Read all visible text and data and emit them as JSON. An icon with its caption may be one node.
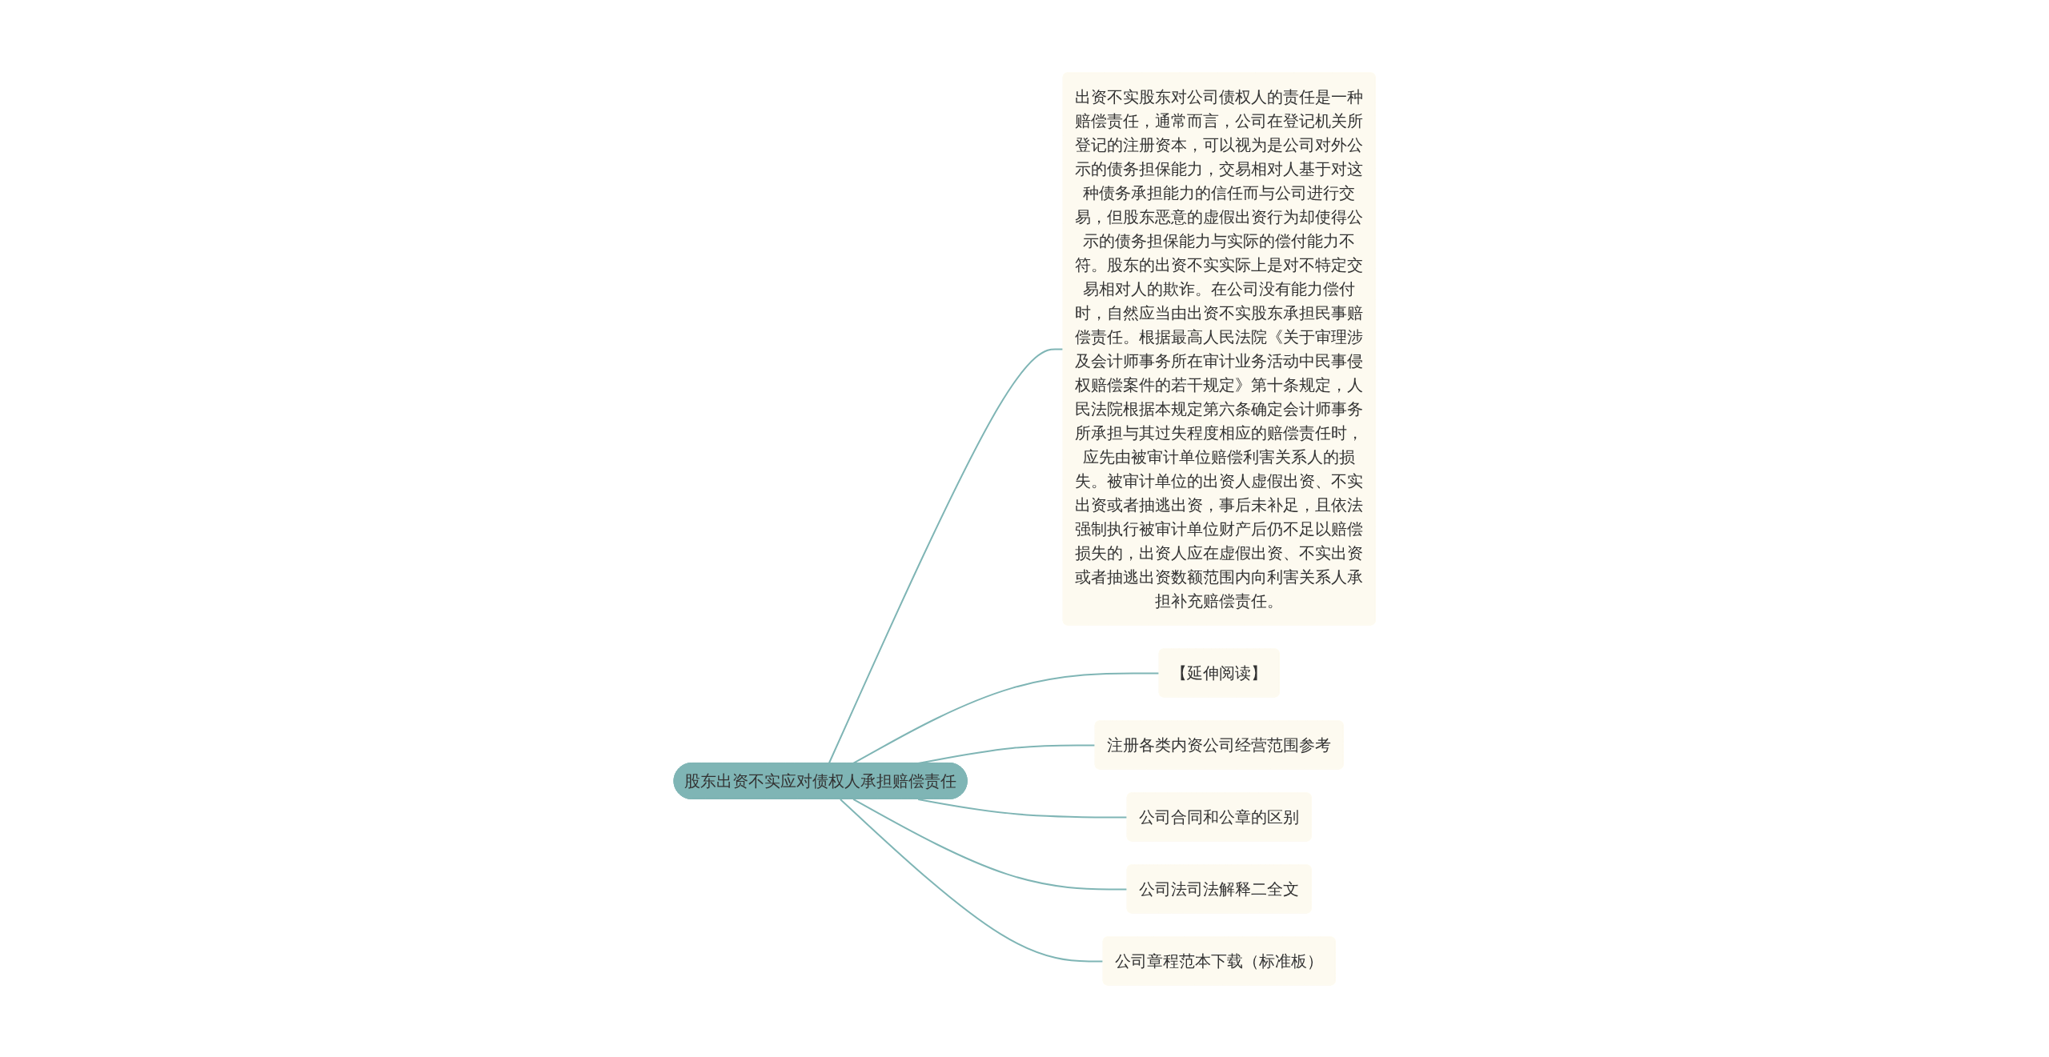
{
  "diagram": {
    "nodes": [
      {
        "text": [
          "股东出资不实应对债权人承担赔偿责任"
        ]
      },
      {
        "text": [
          "出资不实股东对公司债权人的责任是一种赔偿责任，通常而言，公司在登记机关所登记的注册资本，可以视为是公司对外公示的债务担保能力，交易相对人基于对这种债务承担能力的信任而与公司进行交易，但股东恶意的虚假出资行为却使得公示的债务担保能力与实际的偿付能力不符。股东的出资不实实际上是对不特定交易相对人的欺诈。在公司没有能力偿付时，自然应当由出资不实股东承担民事赔偿责任。根据最高人民法院《关于审理涉及会计师事务所在审计业务活动中民事侵权赔偿案件的若干规定》第十条规定，人民法院根据本规定第六条确定会计师事务所承担与其过失程度相应的赔偿责任时，应先由被审计单位赔偿利害关系人的损失。被审计单位的出资人虚假出资、不实出资或者抽逃出资，事后未补足，且依法强制执行被审计单位财产后仍不足以赔偿损失的，出资人应在虚假出资、不实出资或者抽逃出资数额范围内向利害关系人承担补充赔偿责任。"
        ]
      },
      {
        "text": [
          "【延伸阅读】"
        ]
      },
      {
        "text": [
          "注册各类内资公司经营范围参考"
        ]
      },
      {
        "text": [
          "公司合同和公章的区别"
        ]
      },
      {
        "text": [
          "公司法司法解释二全文"
        ]
      },
      {
        "text": [
          "公司章程范本下载（标准板）"
        ]
      }
    ],
    "edges": [
      {
        "from": 0,
        "to": 1,
        "arrow": "none"
      },
      {
        "from": 0,
        "to": 2,
        "arrow": "none"
      },
      {
        "from": 0,
        "to": 3,
        "arrow": "none"
      },
      {
        "from": 0,
        "to": 4,
        "arrow": "none"
      },
      {
        "from": 0,
        "to": 5,
        "arrow": "none"
      },
      {
        "from": 0,
        "to": 6,
        "arrow": "none"
      }
    ]
  }
}
